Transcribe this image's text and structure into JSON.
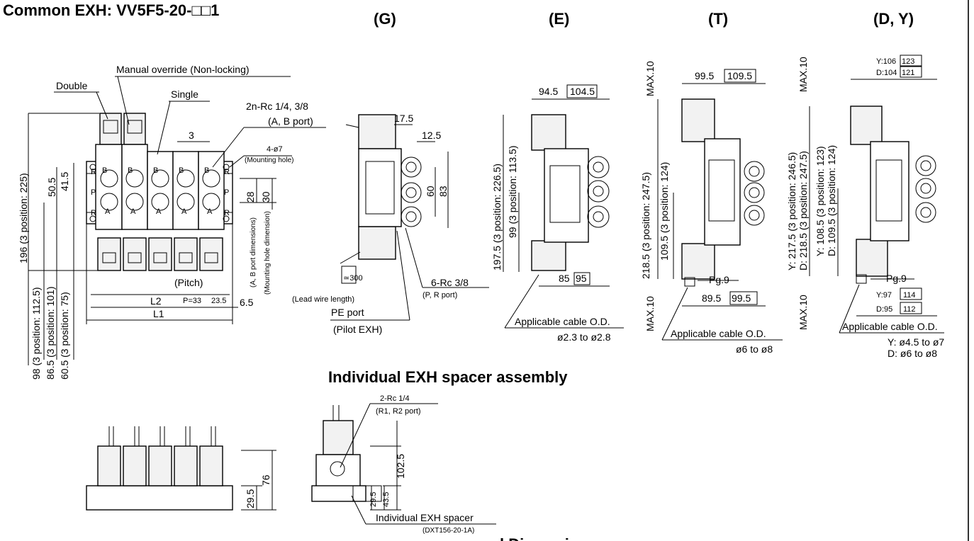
{
  "page": {
    "title": "Common EXH: VV5F5-20-□□1",
    "section_title": "Individual EXH spacer assembly",
    "bottom_cut_text": "l Dimensions"
  },
  "variants": {
    "g": "(G)",
    "e": "(E)",
    "t": "(T)",
    "dy": "(D, Y)"
  },
  "manifold_labels": {
    "manual_override": "Manual override (Non-locking)",
    "double": "Double",
    "single": "Single",
    "ports_ab": "2n-Rc 1/4, 3/8",
    "ports_ab_sub": "(A, B port)",
    "mounting_hole": "4-ø7",
    "mounting_hole_sub": "(Mounting hole)",
    "pitch": "(Pitch)",
    "l2": "L2",
    "l1": "L1",
    "p_pitch": "P=33",
    "d_23_5": "23.5",
    "d_6_5": "6.5",
    "d_3": "3",
    "d_28": "28",
    "d_30": "30",
    "ab_port_dims": "(A, B port dimensions)",
    "mount_hole_dims": "(Mounting hole dimension)",
    "d_50_5": "50.5",
    "d_41_5": "41.5",
    "d_196": "196 (3 position: 225)",
    "d_98": "98 (3 position: 112.5)",
    "d_86_5": "86.5 (3 position: 101)",
    "d_60_5": "60.5 (3 position: 75)",
    "port_r": "R",
    "port_p": "P",
    "port_a": "A",
    "port_b": "B"
  },
  "g_labels": {
    "d_17_5": "17.5",
    "d_12_5": "12.5",
    "d_60": "60",
    "d_83": "83",
    "lead_wire": "≃300",
    "lead_wire_sub": "(Lead wire length)",
    "pe_port": "PE port",
    "pilot_exh": "(Pilot EXH)",
    "rc_ports": "6-Rc 3/8",
    "rc_ports_sub": "(P, R port)"
  },
  "e_labels": {
    "w_top": "94.5",
    "w_top_box": "104.5",
    "h_total": "197.5 (3 position: 226.5)",
    "h_half": "99 (3 position: 113.5)",
    "w_bot": "85",
    "w_bot_box": "95",
    "cable": "Applicable cable O.D.",
    "cable_range": "ø2.3 to ø2.8"
  },
  "t_labels": {
    "max_top": "MAX.10",
    "max_bot": "MAX.10",
    "w_top": "99.5",
    "w_top_box": "109.5",
    "h_total": "218.5 (3 position: 247.5)",
    "h_half": "109.5 (3 position: 124)",
    "pg": "Pg.9",
    "w_bot": "89.5",
    "w_bot_box": "99.5",
    "cable": "Applicable cable O.D.",
    "cable_range": "ø6 to ø8"
  },
  "dy_labels": {
    "max_top": "MAX.10",
    "max_bot": "MAX.10",
    "y_top": "Y:106",
    "y_top_box": "123",
    "d_top": "D:104",
    "d_top_box": "121",
    "h_total_y": "Y: 217.5 (3 position: 246.5)",
    "h_total_d": "D: 218.5 (3 position: 247.5)",
    "h_half_y": "Y: 108.5 (3 position: 123)",
    "h_half_d": "D: 109.5 (3 position: 124)",
    "pg": "Pg.9",
    "y_bot": "Y:97",
    "y_bot_box": "114",
    "d_bot": "D:95",
    "d_bot_box": "112",
    "cable": "Applicable cable O.D.",
    "cable_y": "Y: ø4.5 to ø7",
    "cable_d": "D: ø6 to ø8"
  },
  "spacer_labels": {
    "d_76": "76",
    "d_29_5": "29.5",
    "rc": "2-Rc 1/4",
    "rc_sub": "(R1, R2 port)",
    "d_102_5": "102.5",
    "d_43_5": "43.5",
    "d_29_5b": "29.5",
    "spacer": "Individual EXH spacer",
    "spacer_part": "(DXT156-20-1A)"
  }
}
